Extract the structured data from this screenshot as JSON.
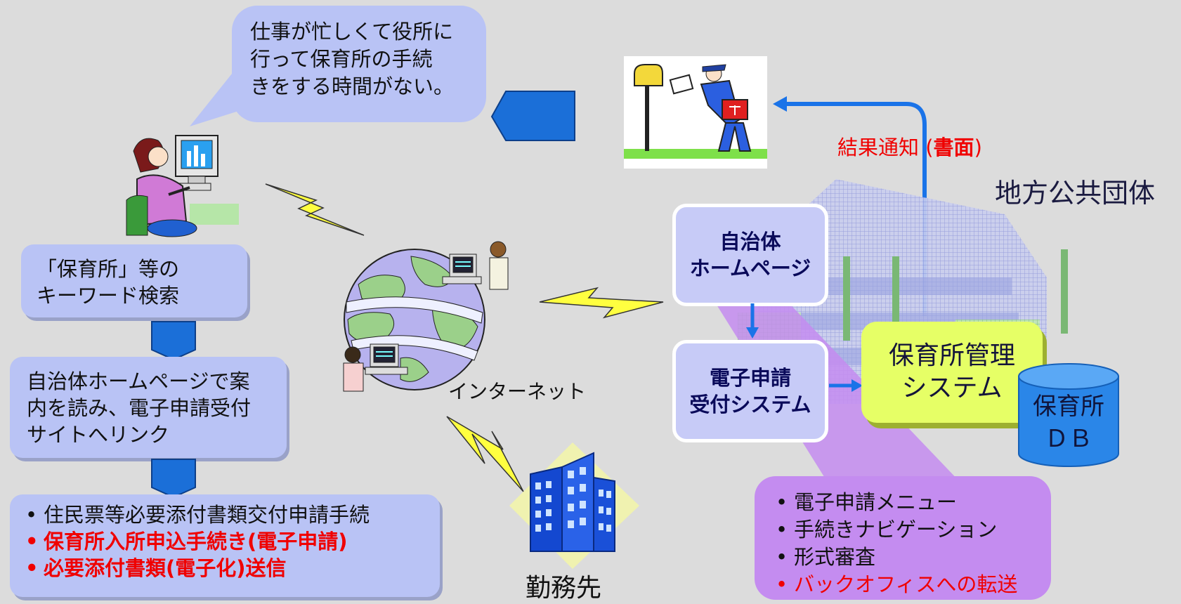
{
  "speech_bubble": {
    "lines": [
      "仕事が忙しくて役所に",
      "行って保育所の手続",
      "きをする時間がない。"
    ]
  },
  "left_flow": {
    "step1": [
      "「保育所」等の",
      "キーワード検索"
    ],
    "step2": [
      "自治体ホームページで案",
      "内を読み、電子申請受付",
      "サイトへリンク"
    ],
    "step3": {
      "items": [
        {
          "text": "住民票等必要添付書類交付申請手続",
          "highlight": false
        },
        {
          "text": "保育所入所申込手続き(電子申請)",
          "highlight": true
        },
        {
          "text": "必要添付書類(電子化)送信",
          "highlight": true
        }
      ]
    }
  },
  "center": {
    "internet_label": "インターネット",
    "workplace_label": "勤務先"
  },
  "right": {
    "org_label": "地方公共団体",
    "result_notice": {
      "prefix": "結果通知 (",
      "bold": "書面",
      "suffix": ")"
    },
    "homepage_box": [
      "自治体",
      "ホームページ"
    ],
    "eapply_box": [
      "電子申請",
      "受付システム"
    ],
    "management_system": [
      "保育所管理",
      "システム"
    ],
    "db_label": [
      "保育所",
      "ＤＢ"
    ],
    "features": {
      "items": [
        {
          "text": "電子申請メニュー",
          "highlight": false
        },
        {
          "text": "手続きナビゲーション",
          "highlight": false
        },
        {
          "text": "形式審査",
          "highlight": false
        },
        {
          "text": "バックオフィスへの転送",
          "highlight": true
        }
      ]
    }
  },
  "colors": {
    "box_fill": "#b9c3f5",
    "arrow_blue": "#1a73e8",
    "highlight_red": "#f00000",
    "lime": "#e6ff66",
    "purple": "#c48cf0"
  }
}
